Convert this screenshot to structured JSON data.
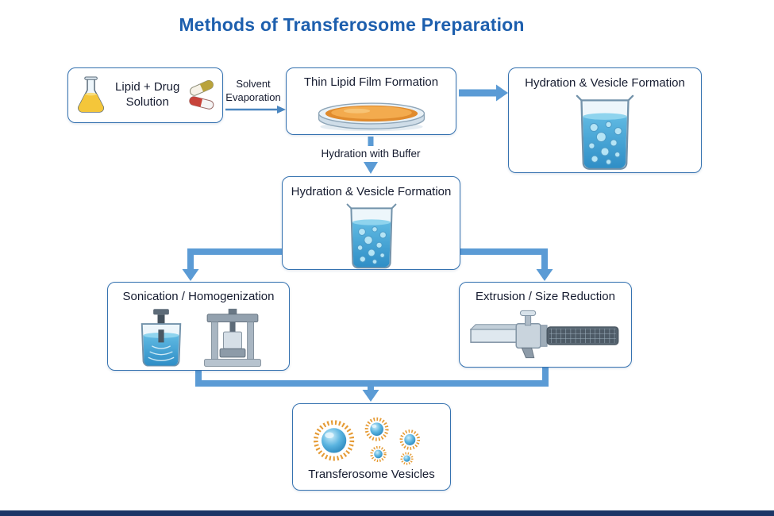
{
  "title": "Methods of Transferosome Preparation",
  "flow": {
    "lipid_box": {
      "label": "Lipid + Drug Solution"
    },
    "solvent_arrow_label": "Solvent Evaporation",
    "film_box": {
      "label": "Thin Lipid Film Formation"
    },
    "hydration_box_right": {
      "label": "Hydration & Vesicle Formation"
    },
    "buffer_arrow_label": "Hydration with Buffer",
    "hydration_box_center": {
      "label": "Hydration & Vesicle Formation"
    },
    "sonication_box": {
      "label": "Sonication / Homogenization"
    },
    "extrusion_box": {
      "label": "Extrusion / Size Reduction"
    },
    "vesicle_box": {
      "label": "Transferosome Vesicles"
    }
  },
  "icons": {
    "flask": "erlenmeyer-flask-icon",
    "capsules": "drug-capsules-icon",
    "petri_dish": "petri-dish-icon",
    "beaker": "beaker-with-bubbles-icon",
    "sonicator": "sonicator-probe-icon",
    "homogenizer": "homogenizer-press-icon",
    "extruder": "extruder-device-icon",
    "vesicles": "transferosome-vesicles-icon"
  },
  "colors": {
    "title_text": "#1d5fae",
    "box_border": "#3572b0",
    "arrow_blue": "#5b9bd5",
    "arrow_dark": "#4a86c0",
    "label_text": "#161c30",
    "petri_agar": "#e08b2d",
    "liquid_blue": "#3f9fd4",
    "vesicle_ring": "#e59b35",
    "flask_liquid": "#f4c63a",
    "footer_bar": "#1c3667"
  }
}
